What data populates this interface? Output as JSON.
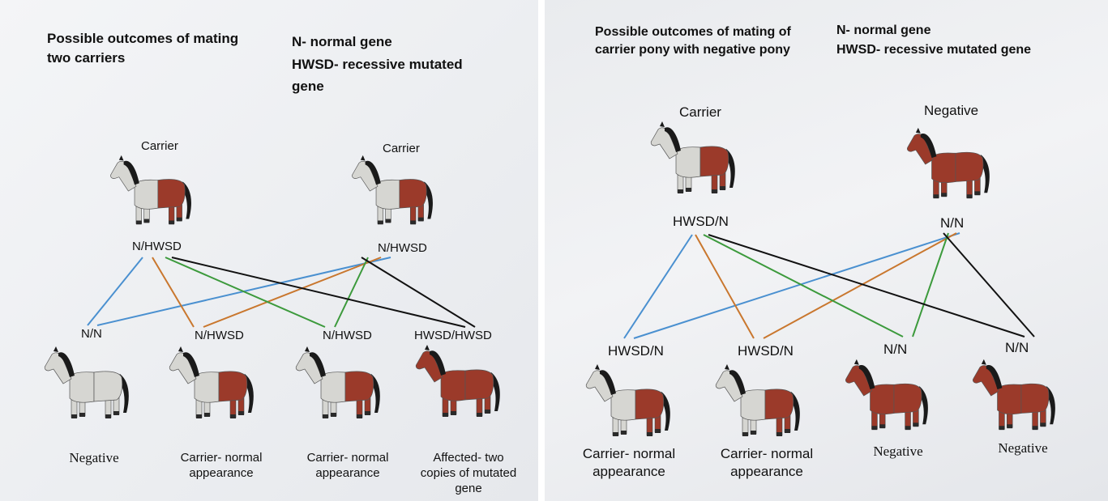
{
  "colors": {
    "blue": "#4a90d0",
    "orange": "#c9772e",
    "green": "#3c9a3c",
    "black": "#111111",
    "bay_body": "#9b3a2a",
    "grey_body": "#d6d6d2",
    "mane": "#1a1a1a"
  },
  "left": {
    "title": [
      "Possible outcomes of mating",
      "two carriers"
    ],
    "key": [
      "N- normal gene",
      "HWSD- recessive mutated",
      "gene"
    ],
    "parents": [
      {
        "label": "Carrier",
        "genotype": "N/HWSD",
        "coat": "carrier"
      },
      {
        "label": "Carrier",
        "genotype": "N/HWSD",
        "coat": "carrier"
      }
    ],
    "offspring": [
      {
        "genotype": "N/N",
        "caption": [
          "Negative"
        ],
        "coat": "grey"
      },
      {
        "genotype": "N/HWSD",
        "caption": [
          "Carrier- normal",
          "appearance"
        ],
        "coat": "carrier"
      },
      {
        "genotype": "N/HWSD",
        "caption": [
          "Carrier- normal",
          "appearance"
        ],
        "coat": "carrier"
      },
      {
        "genotype": "HWSD/HWSD",
        "caption": [
          "Affected- two",
          "copies of mutated",
          "gene"
        ],
        "coat": "bay"
      }
    ],
    "connections": [
      {
        "color": "blue",
        "from": "parent-1",
        "to": "offspring-1"
      },
      {
        "color": "blue",
        "from": "parent-2",
        "to": "offspring-1"
      },
      {
        "color": "orange",
        "from": "parent-1",
        "to": "offspring-2"
      },
      {
        "color": "orange",
        "from": "parent-2",
        "to": "offspring-2"
      },
      {
        "color": "green",
        "from": "parent-1",
        "to": "offspring-3"
      },
      {
        "color": "green",
        "from": "parent-2",
        "to": "offspring-3"
      },
      {
        "color": "black",
        "from": "parent-1",
        "to": "offspring-4"
      },
      {
        "color": "black",
        "from": "parent-2",
        "to": "offspring-4"
      }
    ]
  },
  "right": {
    "title": [
      "Possible outcomes of mating of",
      "carrier pony with negative pony"
    ],
    "key": [
      "N- normal gene",
      "HWSD- recessive mutated gene"
    ],
    "parents": [
      {
        "label": "Carrier",
        "genotype": "HWSD/N",
        "coat": "carrier"
      },
      {
        "label": "Negative",
        "genotype": "N/N",
        "coat": "bay"
      }
    ],
    "offspring": [
      {
        "genotype": "HWSD/N",
        "caption": [
          "Carrier- normal",
          "appearance"
        ],
        "coat": "carrier"
      },
      {
        "genotype": "HWSD/N",
        "caption": [
          "Carrier- normal",
          "appearance"
        ],
        "coat": "carrier"
      },
      {
        "genotype": "N/N",
        "caption": [
          "Negative"
        ],
        "coat": "bay"
      },
      {
        "genotype": "N/N",
        "caption": [
          "Negative"
        ],
        "coat": "bay"
      }
    ],
    "connections": [
      {
        "color": "blue",
        "from": "parent-1",
        "to": "offspring-1"
      },
      {
        "color": "blue",
        "from": "parent-2",
        "to": "offspring-1"
      },
      {
        "color": "orange",
        "from": "parent-1",
        "to": "offspring-2"
      },
      {
        "color": "orange",
        "from": "parent-2",
        "to": "offspring-2"
      },
      {
        "color": "green",
        "from": "parent-1",
        "to": "offspring-3"
      },
      {
        "color": "green",
        "from": "parent-2",
        "to": "offspring-3"
      },
      {
        "color": "black",
        "from": "parent-1",
        "to": "offspring-4"
      },
      {
        "color": "black",
        "from": "parent-2",
        "to": "offspring-4"
      }
    ]
  }
}
